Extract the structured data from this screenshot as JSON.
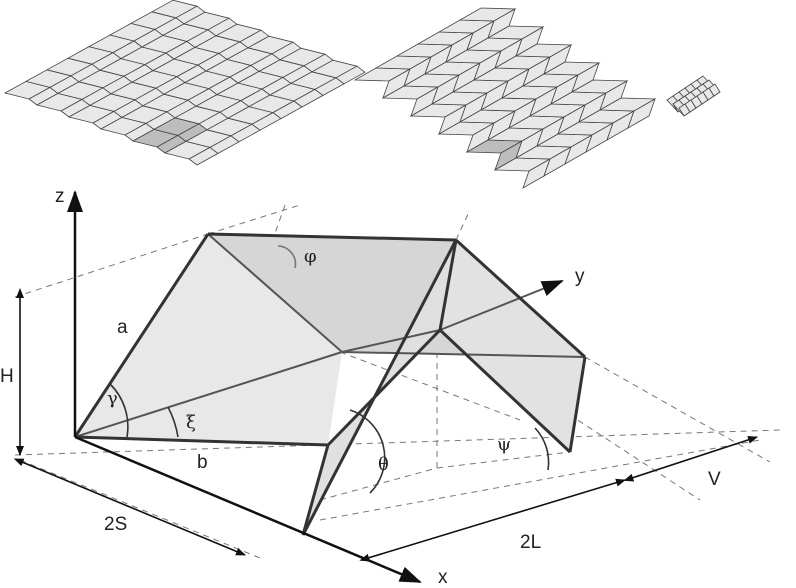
{
  "labels": {
    "z": "z",
    "y": "y",
    "x": "x",
    "a": "a",
    "b": "b",
    "H": "H",
    "gamma": "γ",
    "xi": "ξ",
    "theta": "θ",
    "psi": "ψ",
    "phi": "φ",
    "twoS": "2S",
    "twoL": "2L",
    "V": "V"
  },
  "colors": {
    "panel": "#e6e6e6",
    "panel_dark": "#b8b8b8",
    "top_panel": "#d9d9d9",
    "line": "#333333",
    "dash": "#777777"
  }
}
